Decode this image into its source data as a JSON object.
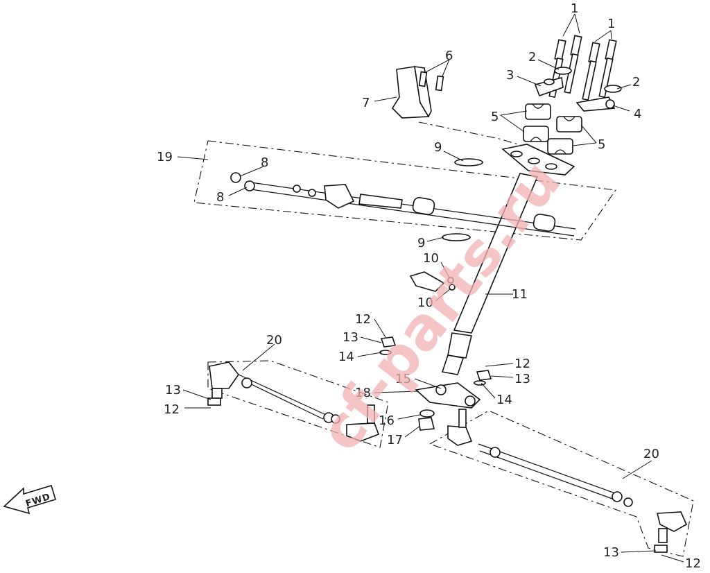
{
  "callouts": [
    {
      "id": "c1a",
      "text": "1"
    },
    {
      "id": "c1b",
      "text": "1"
    },
    {
      "id": "c2a",
      "text": "2"
    },
    {
      "id": "c2b",
      "text": "2"
    },
    {
      "id": "c3",
      "text": "3"
    },
    {
      "id": "c4",
      "text": "4"
    },
    {
      "id": "c5a",
      "text": "5"
    },
    {
      "id": "c5b",
      "text": "5"
    },
    {
      "id": "c6",
      "text": "6"
    },
    {
      "id": "c7",
      "text": "7"
    },
    {
      "id": "c8a",
      "text": "8"
    },
    {
      "id": "c8b",
      "text": "8"
    },
    {
      "id": "c9a",
      "text": "9"
    },
    {
      "id": "c9b",
      "text": "9"
    },
    {
      "id": "c10a",
      "text": "10"
    },
    {
      "id": "c10b",
      "text": "10"
    },
    {
      "id": "c11",
      "text": "11"
    },
    {
      "id": "c12a",
      "text": "12"
    },
    {
      "id": "c12b",
      "text": "12"
    },
    {
      "id": "c12c",
      "text": "12"
    },
    {
      "id": "c12d",
      "text": "12"
    },
    {
      "id": "c13a",
      "text": "13"
    },
    {
      "id": "c13b",
      "text": "13"
    },
    {
      "id": "c13c",
      "text": "13"
    },
    {
      "id": "c13d",
      "text": "13"
    },
    {
      "id": "c14a",
      "text": "14"
    },
    {
      "id": "c14b",
      "text": "14"
    },
    {
      "id": "c15",
      "text": "15"
    },
    {
      "id": "c16",
      "text": "16"
    },
    {
      "id": "c17",
      "text": "17"
    },
    {
      "id": "c18",
      "text": "18"
    },
    {
      "id": "c19",
      "text": "19"
    },
    {
      "id": "c20a",
      "text": "20"
    },
    {
      "id": "c20b",
      "text": "20"
    }
  ],
  "direction_arrow": {
    "label": "FWD"
  },
  "watermark": {
    "text": "cf-parts.ru",
    "color": "#f2b0b0"
  }
}
